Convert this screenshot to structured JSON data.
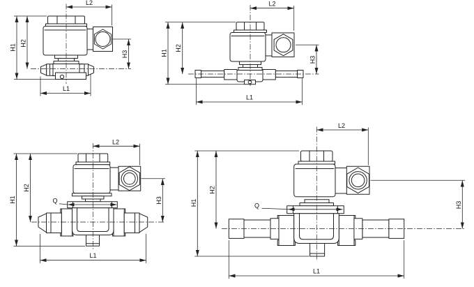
{
  "diagram": {
    "background": "#ffffff",
    "line_color": "#222222",
    "drawings": [
      {
        "id": "small-flare-valve-top-left",
        "dims": {
          "L1": "L1",
          "L2": "L2",
          "H1": "H1",
          "H2": "H2",
          "H3": "H3"
        }
      },
      {
        "id": "small-solder-valve-top-right",
        "dims": {
          "L1": "L1",
          "L2": "L2",
          "H1": "H1",
          "H2": "H2",
          "H3": "H3"
        }
      },
      {
        "id": "large-flare-valve-bottom-left",
        "dims": {
          "L1": "L1",
          "L2": "L2",
          "H1": "H1",
          "H2": "H2",
          "H3": "H3",
          "Q": "Q"
        }
      },
      {
        "id": "large-solder-valve-bottom-right",
        "dims": {
          "L1": "L1",
          "L2": "L2",
          "H1": "H1",
          "H2": "H2",
          "H3": "H3",
          "Q": "Q"
        }
      }
    ]
  }
}
